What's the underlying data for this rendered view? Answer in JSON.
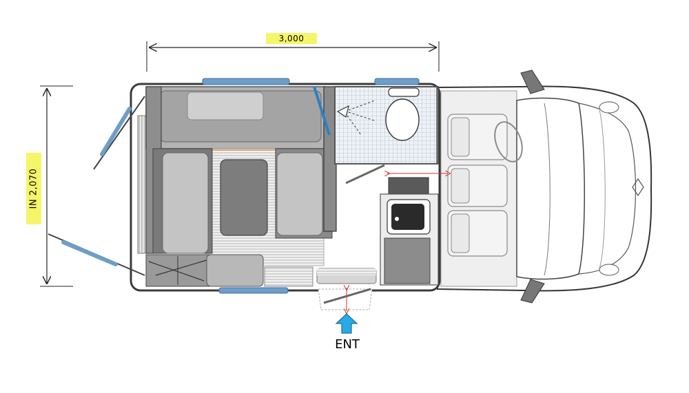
{
  "dimensions": {
    "width_label": "3,000",
    "height_label": "IN 2,070"
  },
  "entry": {
    "label": "ENT"
  },
  "colors": {
    "window_blue": "#6d9ec9",
    "wall_dark": "#4a4a4a",
    "upholstery_gray": "#a9a9a9",
    "cushion_gray": "#cfcfcf",
    "label_highlight": "#f5f56a",
    "entry_arrow": "#2aa9e8",
    "clearance_marker": "#d9302c"
  },
  "icons": {
    "entry": "arrow-up-icon",
    "shower": "shower-head-icon",
    "toilet": "toilet-icon",
    "sink": "sink-icon"
  }
}
